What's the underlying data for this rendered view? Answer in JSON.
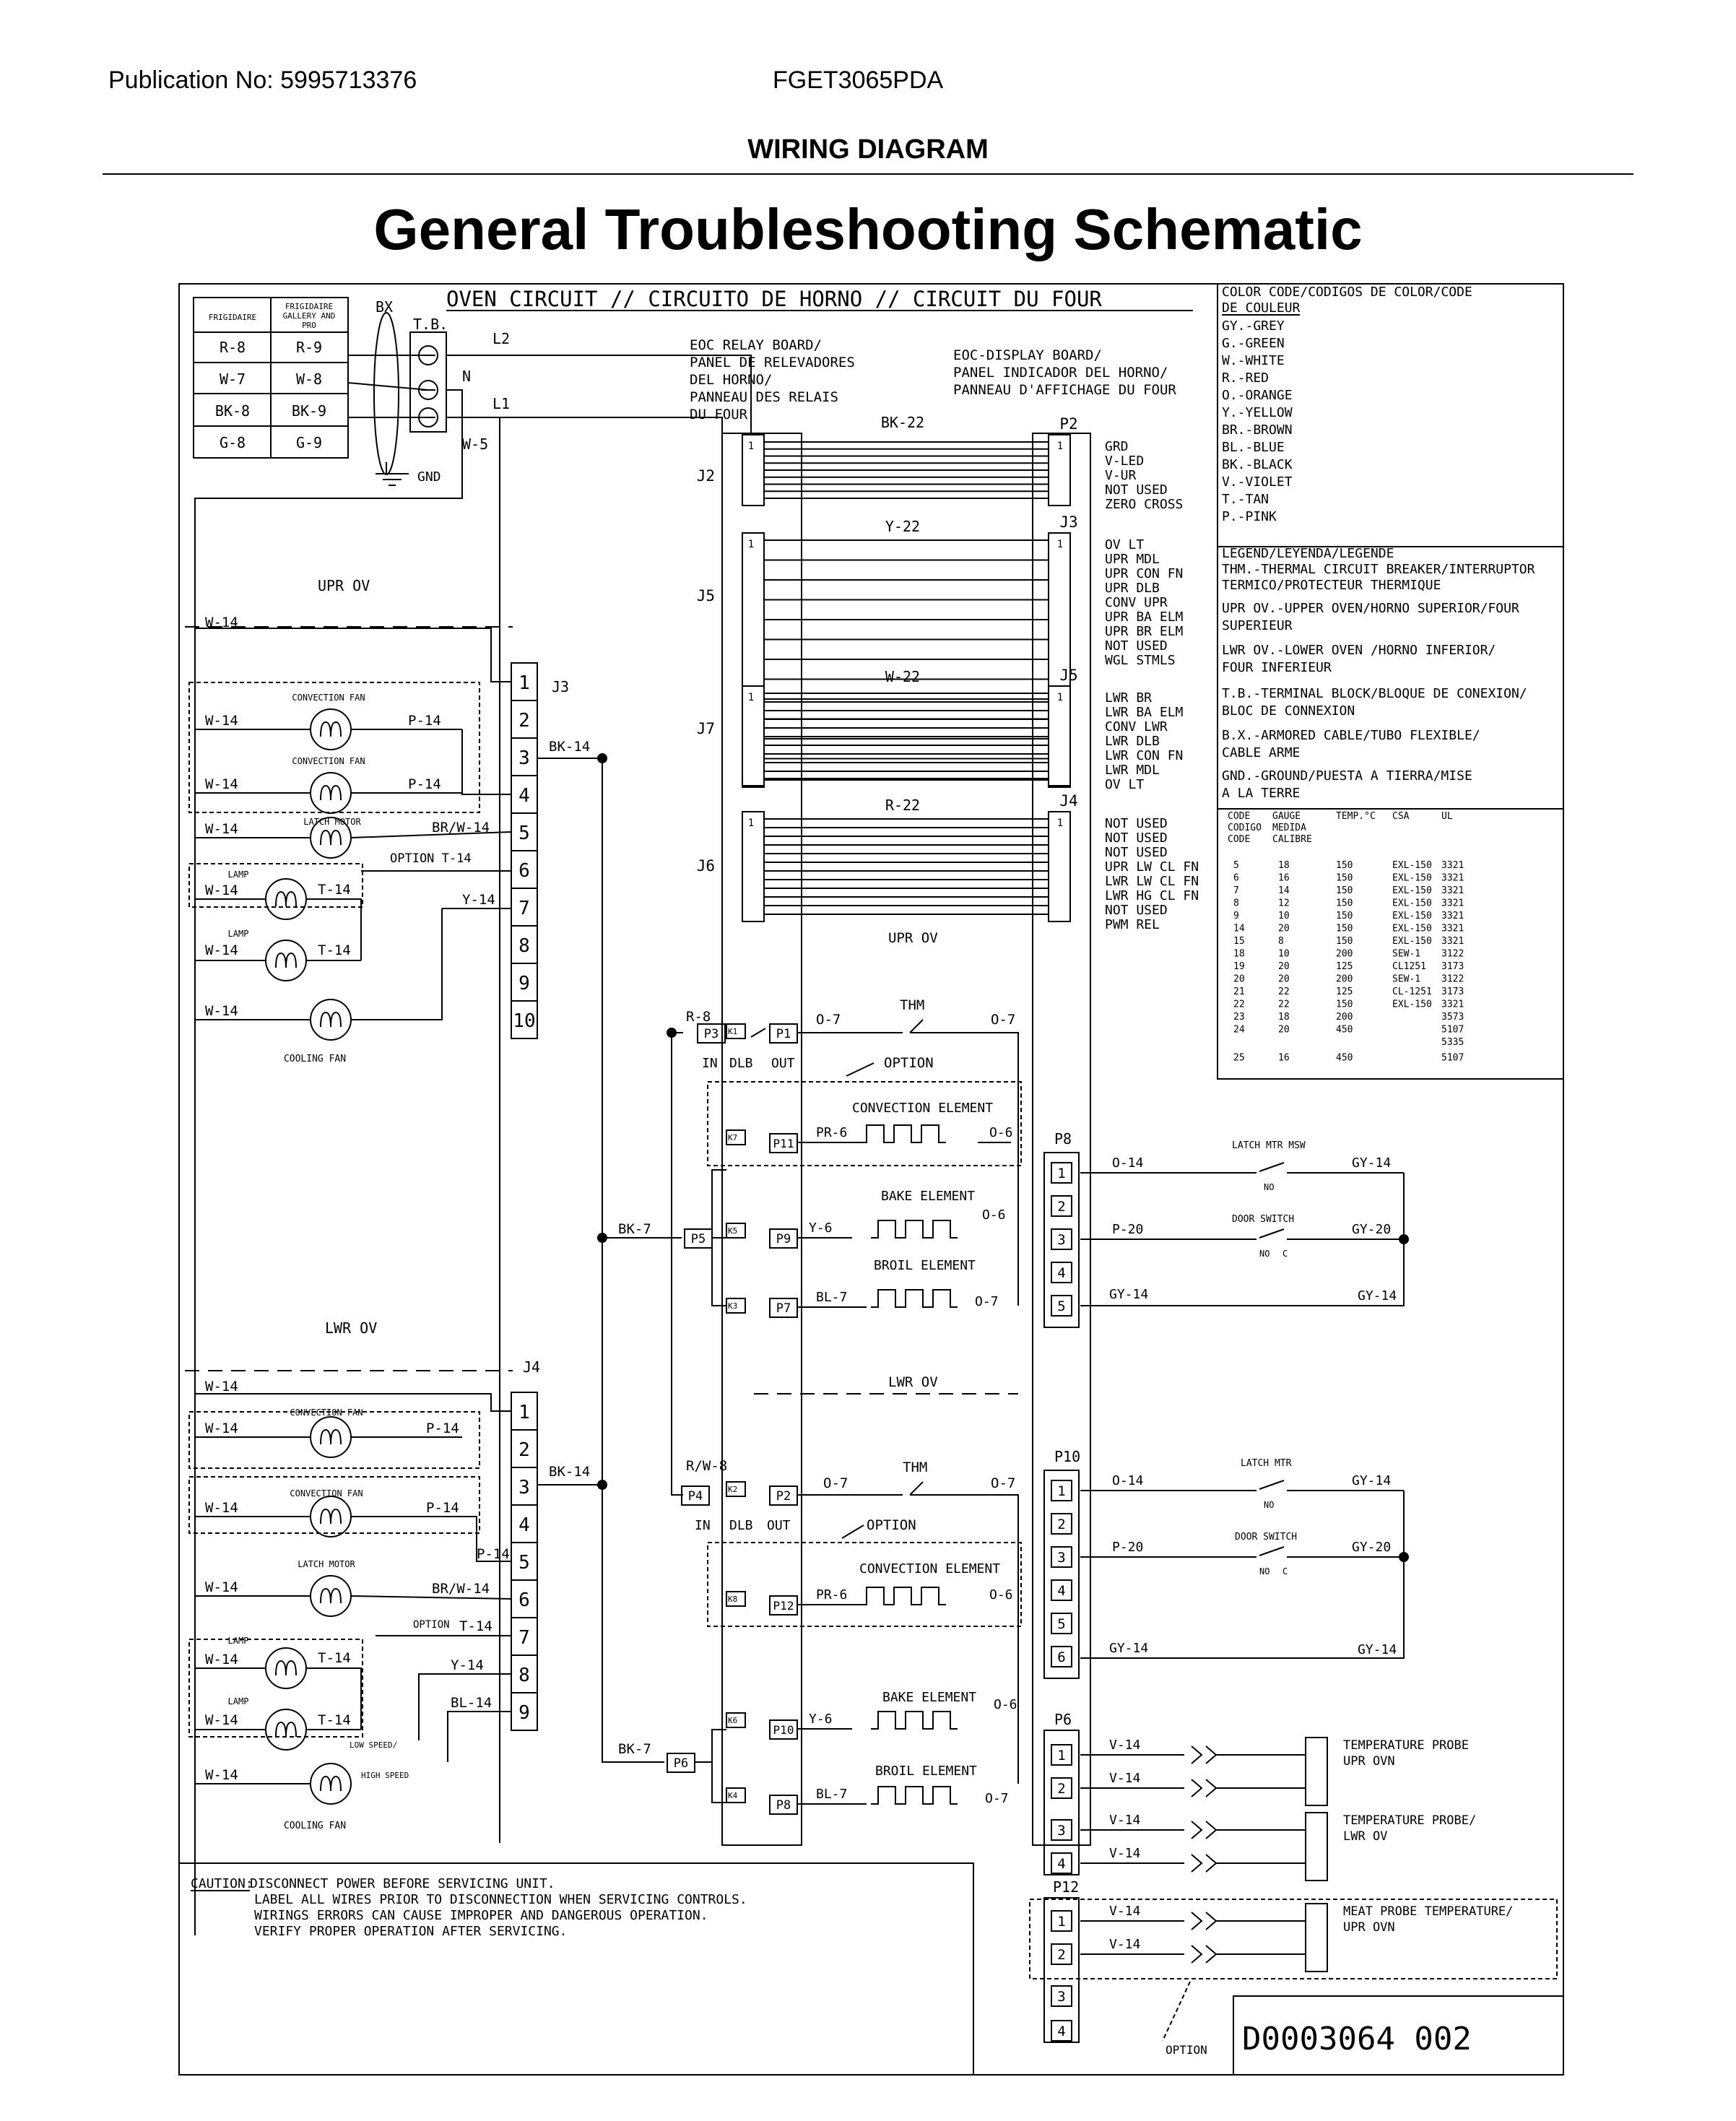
{
  "header": {
    "publication": "Publication No: 5995713376",
    "model": "FGET3065PDA",
    "section": "WIRING DIAGRAM",
    "title": "General Troubleshooting Schematic"
  },
  "oven_circuit_title": "OVEN CIRCUIT // CIRCUITO DE HORNO // CIRCUIT DU FOUR",
  "brand_table": {
    "headers": [
      "FRIGIDAIRE",
      "FRIGIDAIRE GALLERY AND PRO"
    ],
    "rows": [
      [
        "R-8",
        "R-9"
      ],
      [
        "W-7",
        "W-8"
      ],
      [
        "BK-8",
        "BK-9"
      ],
      [
        "G-8",
        "G-9"
      ]
    ]
  },
  "terminal": {
    "bx": "BX",
    "tb": "T.B.",
    "l2": "L2",
    "n": "N",
    "l1": "L1",
    "w5": "W-5",
    "gnd": "GND"
  },
  "relay_board": [
    "EOC RELAY BOARD/",
    "PANEL DE RELEVADORES",
    "DEL HORNO/",
    "PANNEAU DES RELAIS",
    "DU FOUR"
  ],
  "display_board": [
    "EOC-DISPLAY BOARD/",
    "PANEL INDICADOR DEL HORNO/",
    "PANNEAU D'AFFICHAGE DU FOUR"
  ],
  "harnesses": [
    {
      "left": "J2",
      "right": "P2",
      "wire": "BK-22",
      "signals": [
        "GRD",
        "V-LED",
        "V-UR",
        "NOT USED",
        "ZERO CROSS"
      ]
    },
    {
      "left": "J5",
      "right": "J3",
      "wire": "Y-22",
      "signals": [
        "OV LT",
        "UPR MDL",
        "UPR CON FN",
        "UPR DLB",
        "CONV UPR",
        "UPR BA ELM",
        "UPR BR ELM",
        "NOT USED",
        "WGL STMLS"
      ]
    },
    {
      "left": "J7",
      "right": "J5",
      "wire": "W-22",
      "signals": [
        "LWR BR",
        "LWR BA ELM",
        "CONV LWR",
        "LWR DLB",
        "LWR CON FN",
        "LWR MDL",
        "OV LT"
      ]
    },
    {
      "left": "J6",
      "right": "J4",
      "wire": "R-22",
      "signals": [
        "NOT USED",
        "NOT USED",
        "NOT USED",
        "UPR LW CL FN",
        "LWR LW CL FN",
        "LWR HG CL FN",
        "NOT USED",
        "PWM REL"
      ]
    }
  ],
  "upr_ov_label": "UPR OV",
  "lwr_ov_label": "LWR OV",
  "color_code": {
    "title": [
      "COLOR CODE/CODIGOS DE COLOR/CODE",
      "DE COULEUR"
    ],
    "items": [
      "GY.-GREY",
      "G.-GREEN",
      "W.-WHITE",
      "R.-RED",
      "O.-ORANGE",
      "Y.-YELLOW",
      "BR.-BROWN",
      "BL.-BLUE",
      "BK.-BLACK",
      "V.-VIOLET",
      "T.-TAN",
      "P.-PINK"
    ]
  },
  "legend": {
    "title": "LEGEND/LEYENDA/LEGENDE",
    "lines": [
      "THM.-THERMAL CIRCUIT BREAKER/INTERRUPTOR",
      "TERMICO/PROTECTEUR THERMIQUE",
      "UPR OV.-UPPER OVEN/HORNO SUPERIOR/FOUR",
      "        SUPERIEUR",
      "LWR OV.-LOWER OVEN /HORNO INFERIOR/",
      "        FOUR INFERIEUR",
      "T.B.-TERMINAL BLOCK/BLOQUE DE CONEXION/",
      "BLOC DE CONNEXION",
      "B.X.-ARMORED CABLE/TUBO FLEXIBLE/",
      "     CABLE ARME",
      "GND.-GROUND/PUESTA A TIERRA/MISE",
      "     A LA TERRE"
    ]
  },
  "gauge_table": {
    "headers": [
      "CODE",
      "GAUGE",
      "TEMP.°C",
      "CSA",
      "UL"
    ],
    "subheaders": [
      "CODIGO",
      "MEDIDA",
      "",
      "",
      ""
    ],
    "subheaders2": [
      "CODE",
      "CALIBRE",
      "",
      "",
      ""
    ],
    "rows": [
      [
        "5",
        "18",
        "150",
        "EXL-150",
        "3321"
      ],
      [
        "6",
        "16",
        "150",
        "EXL-150",
        "3321"
      ],
      [
        "7",
        "14",
        "150",
        "EXL-150",
        "3321"
      ],
      [
        "8",
        "12",
        "150",
        "EXL-150",
        "3321"
      ],
      [
        "9",
        "10",
        "150",
        "EXL-150",
        "3321"
      ],
      [
        "14",
        "20",
        "150",
        "EXL-150",
        "3321"
      ],
      [
        "15",
        "8",
        "150",
        "EXL-150",
        "3321"
      ],
      [
        "18",
        "10",
        "200",
        "SEW-1",
        "3122"
      ],
      [
        "19",
        "20",
        "125",
        "CL1251",
        "3173"
      ],
      [
        "20",
        "20",
        "200",
        "SEW-1",
        "3122"
      ],
      [
        "21",
        "22",
        "125",
        "CL-1251",
        "3173"
      ],
      [
        "22",
        "22",
        "150",
        "EXL-150",
        "3321"
      ],
      [
        "23",
        "18",
        "200",
        "",
        "3573"
      ],
      [
        "24",
        "20",
        "450",
        "",
        "5107"
      ],
      [
        "",
        "",
        "",
        "",
        "5335"
      ],
      [
        "25",
        "16",
        "450",
        "",
        "5107"
      ]
    ]
  },
  "upper_j3": {
    "label": "J3",
    "pins": [
      "1",
      "2",
      "3",
      "4",
      "5",
      "6",
      "7",
      "8",
      "9",
      "10"
    ],
    "bk14": "BK-14",
    "w14": "W-14",
    "conv_fan_1": "CONVECTION FAN",
    "conv_fan_2": "CONVECTION FAN",
    "latch_motor": "LATCH MOTOR",
    "lamp_1": "LAMP",
    "lamp_2": "LAMP",
    "cooling_fan": "COOLING FAN",
    "p14": "P-14",
    "brw14": "BR/W-14",
    "option_t14": "OPTION T-14",
    "t14": "T-14",
    "y14": "Y-14"
  },
  "lower_j4": {
    "label": "J4",
    "pins": [
      "1",
      "2",
      "3",
      "4",
      "5",
      "6",
      "7",
      "8",
      "9"
    ],
    "bk14": "BK-14",
    "w14": "W-14",
    "conv_fan": "CONVECTION FAN",
    "latch_motor": "LATCH MOTOR",
    "lamp": "LAMP",
    "cooling_fan": "COOLING FAN",
    "low_speed": "LOW SPEED/",
    "high_speed": "HIGH SPEED",
    "p14": "P-14",
    "brw14": "BR/W-14",
    "option": "OPTION",
    "t14": "T-14",
    "y14": "Y-14",
    "bl14": "BL-14"
  },
  "upper_relays": {
    "r8": "R-8",
    "p3": "P3",
    "k1": "K1",
    "p1": "P1",
    "o7a": "O-7",
    "thm": "THM",
    "o7b": "O-7",
    "in": "IN",
    "dlb": "DLB",
    "out": "OUT",
    "option": "OPTION",
    "conv_elem": "CONVECTION ELEMENT",
    "k7": "K7",
    "p11": "P11",
    "pr6": "PR-6",
    "o6a": "O-6",
    "bk7": "BK-7",
    "p5": "P5",
    "k5": "K5",
    "p9": "P9",
    "y6": "Y-6",
    "bake_elem": "BAKE ELEMENT",
    "o6b": "O-6",
    "broil_elem": "BROIL ELEMENT",
    "k3": "K3",
    "p7": "P7",
    "bl7": "BL-7",
    "o7c": "O-7"
  },
  "lower_relays": {
    "rw8": "R/W-8",
    "p4": "P4",
    "k2": "K2",
    "p2": "P2",
    "o7a": "O-7",
    "thm": "THM",
    "o7b": "O-7",
    "in": "IN",
    "dlb": "DLB",
    "out": "OUT",
    "option": "OPTION",
    "conv_elem": "CONVECTION ELEMENT",
    "k8": "K8",
    "p12": "P12",
    "pr6": "PR-6",
    "o6a": "O-6",
    "bk7": "BK-7",
    "p6": "P6",
    "k6": "K6",
    "p10": "P10",
    "y6": "Y-6",
    "bake_elem": "BAKE ELEMENT",
    "o6b": "O-6",
    "broil_elem": "BROIL ELEMENT",
    "k4": "K4",
    "p8": "P8",
    "bl7": "BL-7",
    "o7c": "O-7"
  },
  "p8_block": {
    "label": "P8",
    "pins": [
      "1",
      "2",
      "3",
      "4",
      "5"
    ],
    "o14": "O-14",
    "latch_msw": "LATCH MTR MSW",
    "no1": "NO",
    "gy14a": "GY-14",
    "p20": "P-20",
    "door_switch": "DOOR SWITCH",
    "no2": "NO",
    "c": "C",
    "gy20": "GY-20",
    "gy14b": "GY-14",
    "gy14c": "GY-14"
  },
  "p10_block": {
    "label": "P10",
    "pins": [
      "1",
      "2",
      "3",
      "4",
      "5",
      "6"
    ],
    "o14": "O-14",
    "latch_mtr": "LATCH MTR",
    "no1": "NO",
    "gy14a": "GY-14",
    "p20": "P-20",
    "door_switch": "DOOR SWITCH",
    "no2": "NO",
    "c": "C",
    "gy20": "GY-20",
    "gy14b": "GY-14",
    "gy14c": "GY-14"
  },
  "p6_block": {
    "label": "P6",
    "pins": [
      "1",
      "2",
      "3",
      "4"
    ],
    "v14": "V-14",
    "probe_upr": [
      "TEMPERATURE PROBE",
      "UPR OVN"
    ],
    "probe_lwr": [
      "TEMPERATURE PROBE/",
      "LWR OV"
    ]
  },
  "p12_block": {
    "label": "P12",
    "pins": [
      "1",
      "2",
      "3",
      "4"
    ],
    "v14": "V-14",
    "meat_probe": [
      "MEAT PROBE TEMPERATURE/",
      "UPR OVN"
    ],
    "option": "OPTION"
  },
  "caution": {
    "label": "CAUTION:",
    "lines": [
      "DISCONNECT POWER BEFORE SERVICING UNIT.",
      "LABEL ALL WIRES PRIOR TO DISCONNECTION WHEN SERVICING CONTROLS.",
      "WIRINGS ERRORS CAN CAUSE IMPROPER AND DANGEROUS OPERATION.",
      "VERIFY PROPER OPERATION AFTER SERVICING."
    ]
  },
  "doc_number": "D0003064  002"
}
